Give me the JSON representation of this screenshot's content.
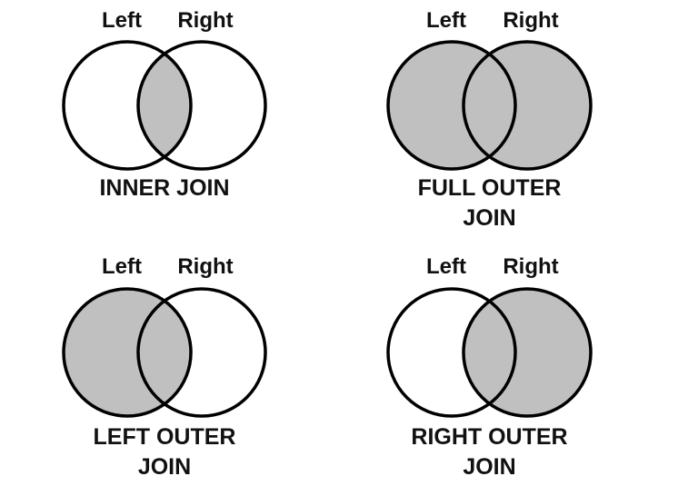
{
  "colors": {
    "shade": "#c0c0c0",
    "outline": "#000000",
    "background": "#ffffff",
    "text": "#111111"
  },
  "diagrams": [
    {
      "id": "inner-join",
      "shaded": "intersection",
      "left_label": "Left",
      "right_label": "Right",
      "caption_lines": [
        "INNER JOIN"
      ]
    },
    {
      "id": "full-outer-join",
      "shaded": "both",
      "left_label": "Left",
      "right_label": "Right",
      "caption_lines": [
        "FULL OUTER",
        "JOIN"
      ]
    },
    {
      "id": "left-outer-join",
      "shaded": "left",
      "left_label": "Left",
      "right_label": "Right",
      "caption_lines": [
        "LEFT OUTER",
        "JOIN"
      ]
    },
    {
      "id": "right-outer-join",
      "shaded": "right",
      "left_label": "Left",
      "right_label": "Right",
      "caption_lines": [
        "RIGHT OUTER",
        "JOIN"
      ]
    }
  ]
}
